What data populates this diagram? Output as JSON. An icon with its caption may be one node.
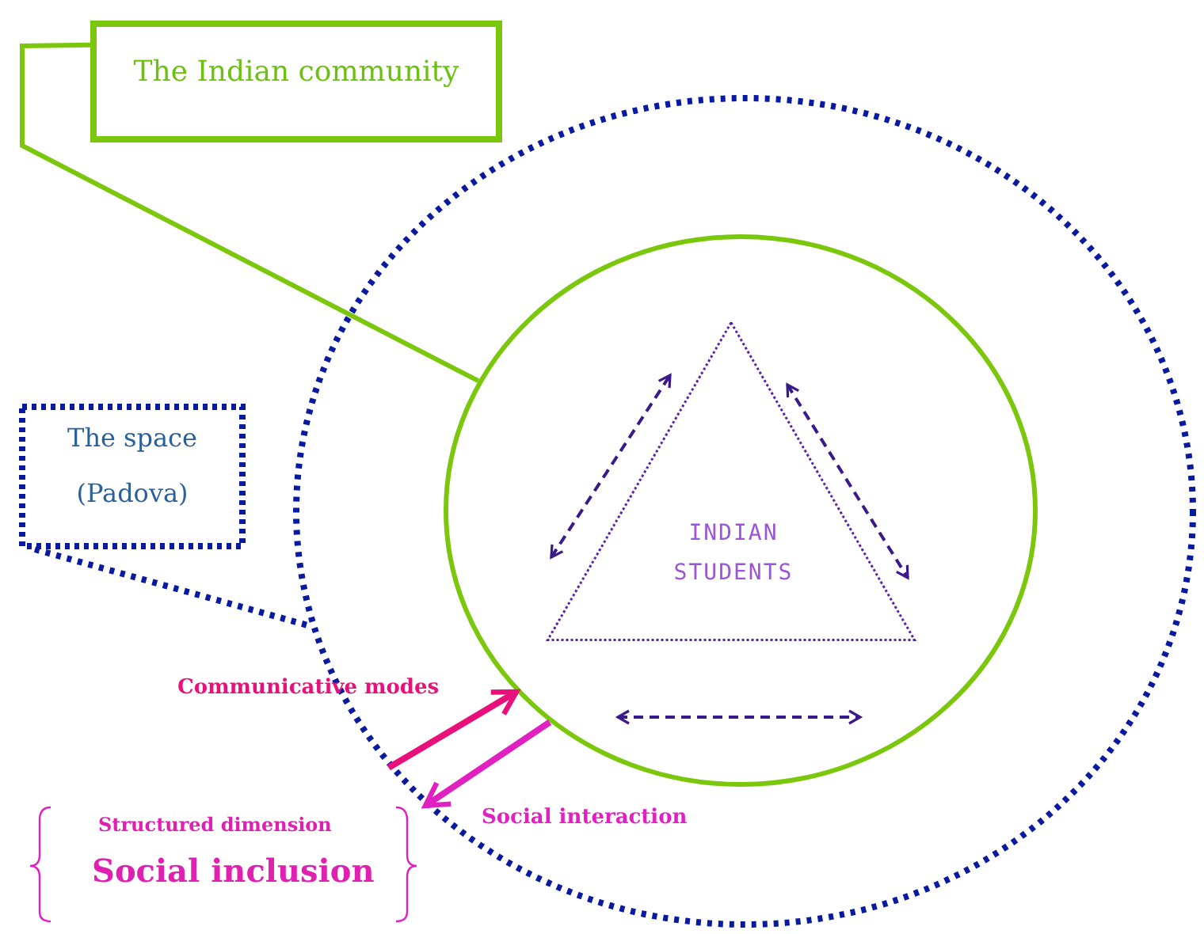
{
  "diagram": {
    "nodes": [
      {
        "text": [],
        "shape": "circle"
      },
      {
        "text": [],
        "shape": "circle",
        "in": 0
      },
      {
        "text": [
          "INDIAN STUDENTS"
        ],
        "in": 1
      },
      {
        "text": [
          "The Indian community"
        ]
      },
      {
        "text": [
          "The space",
          "(Padova)"
        ]
      }
    ],
    "edges": [
      {
        "from": 3,
        "to": 1,
        "arrow": "none",
        "color": "#7ac70c"
      },
      {
        "from": 4,
        "to": 0,
        "arrow": "none",
        "style": "dashed",
        "color": "#0a1aa0"
      },
      {
        "from": 0,
        "to": 1,
        "arrow": "to",
        "label": "Communicative modes",
        "color": "#e8107a"
      },
      {
        "from": 1,
        "to": 0,
        "arrow": "to",
        "label": "Social interaction",
        "color": "#e020c0"
      }
    ],
    "labels": [
      "Structured dimension",
      "Social inclusion"
    ]
  }
}
